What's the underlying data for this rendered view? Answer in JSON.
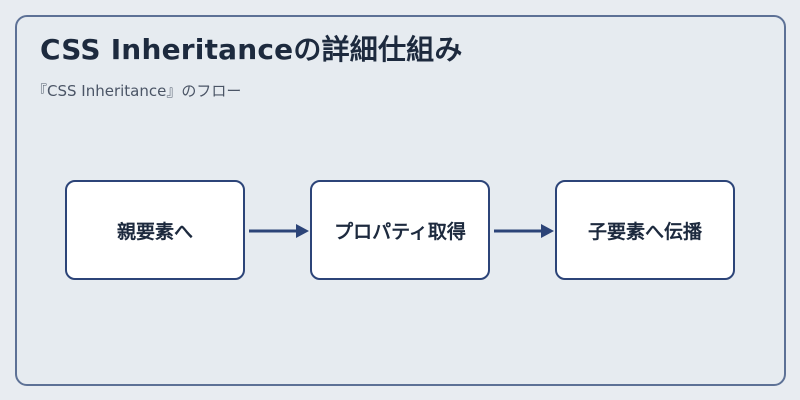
{
  "diagram": {
    "title": "CSS Inheritanceの詳細仕組み",
    "subtitle": "『CSS Inheritance』のフロー",
    "nodes": [
      {
        "label": "親要素へ"
      },
      {
        "label": "プロパティ取得"
      },
      {
        "label": "子要素へ伝播"
      }
    ],
    "colors": {
      "background": "#e8ecf1",
      "border": "#5d7196",
      "node_border": "#2c4478",
      "arrow": "#2c4478",
      "text": "#1d2a3e"
    }
  }
}
